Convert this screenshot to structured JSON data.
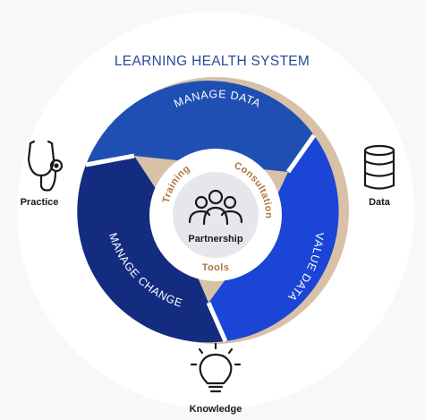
{
  "title": "LEARNING HEALTH SYSTEM",
  "segments": {
    "manage_data": "MANAGE DATA",
    "value_data": "VALUE DATA",
    "manage_change": "MANAGE CHANGE"
  },
  "inner_ring": {
    "training": "Training",
    "consultation": "Consultation",
    "tools": "Tools"
  },
  "center": {
    "label": "Partnership",
    "icon": "people-group-icon"
  },
  "outer_items": {
    "practice": {
      "label": "Practice",
      "icon": "stethoscope-icon"
    },
    "data": {
      "label": "Data",
      "icon": "database-icon"
    },
    "knowledge": {
      "label": "Knowledge",
      "icon": "lightbulb-icon"
    }
  },
  "colors": {
    "manage_data": "#1f4fb3",
    "value_data": "#1a45d6",
    "manage_change": "#142c80",
    "ring_border": "#d9c1a8",
    "gold": "#b0763f",
    "inner_circle": "#e6e7ea"
  }
}
